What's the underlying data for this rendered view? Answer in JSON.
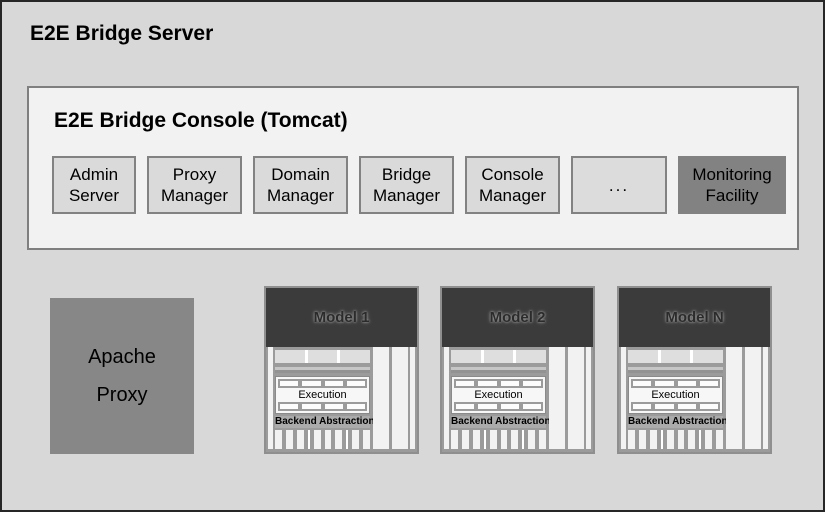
{
  "window": {
    "title": "E2E Bridge Server"
  },
  "console": {
    "title": "E2E Bridge Console (Tomcat)",
    "modules": [
      {
        "label": "Admin Server"
      },
      {
        "label": "Proxy Manager"
      },
      {
        "label": "Domain Manager"
      },
      {
        "label": "Bridge Manager"
      },
      {
        "label": "Console Manager"
      },
      {
        "label": "..."
      },
      {
        "label": "Monitoring Facility"
      }
    ]
  },
  "apache_proxy": {
    "label": "Apache\nProxy"
  },
  "models": [
    {
      "title": "Model 1",
      "execution_label": "Execution",
      "backend_label": "Backend Abstraction"
    },
    {
      "title": "Model 2",
      "execution_label": "Execution",
      "backend_label": "Backend Abstraction"
    },
    {
      "title": "Model N",
      "execution_label": "Execution",
      "backend_label": "Backend Abstraction"
    }
  ],
  "colors": {
    "canvas_bg": "#d8d8d8",
    "outer_border": "#262626",
    "console_bg": "#f2f2f2",
    "box_border": "#7f7f7f",
    "module_bg": "#dadada",
    "monitoring_bg": "#828282",
    "apache_bg": "#878787",
    "model_header_bg": "#3b3b3b",
    "model_content_bg": "#9b9b9b"
  }
}
